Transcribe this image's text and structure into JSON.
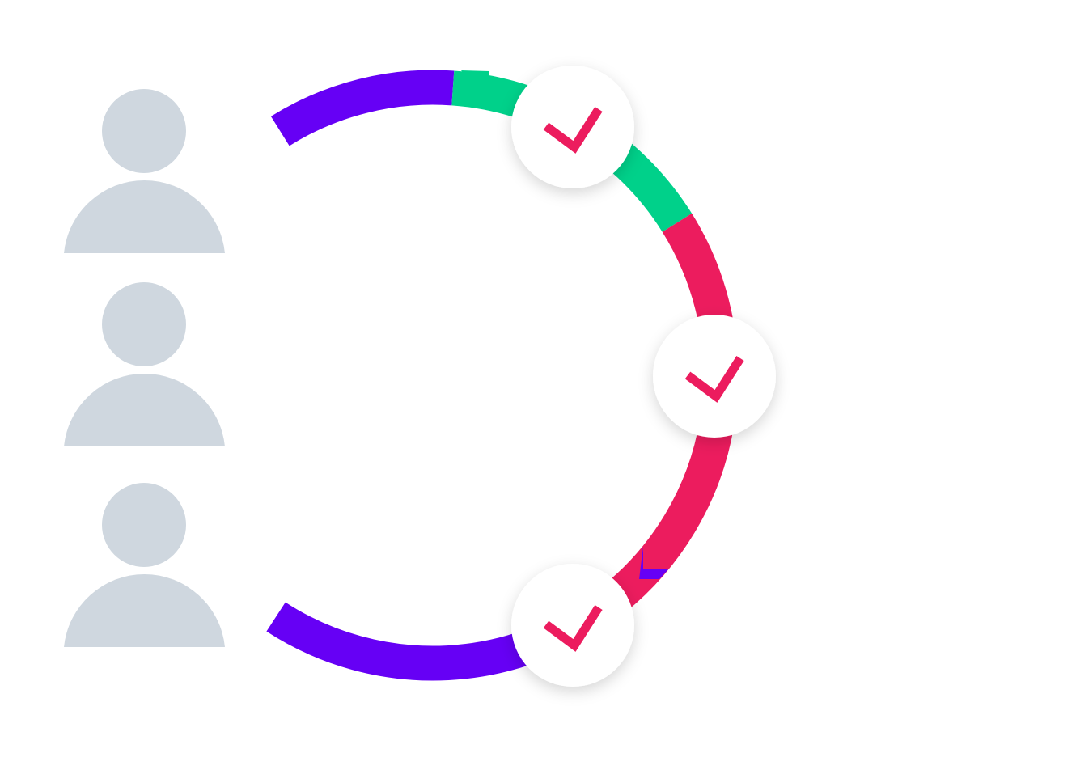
{
  "diagram": {
    "people": [
      {
        "icon": "person-icon"
      },
      {
        "icon": "person-icon"
      },
      {
        "icon": "person-icon"
      }
    ],
    "arc_segments": [
      {
        "name": "purple-top",
        "color": "#6600f5"
      },
      {
        "name": "green",
        "color": "#00d18a"
      },
      {
        "name": "red",
        "color": "#ec1c5e"
      },
      {
        "name": "purple-bottom",
        "color": "#6600f5"
      }
    ],
    "checkpoints": [
      {
        "icon": "checkmark-icon",
        "color": "#ec1c5e"
      },
      {
        "icon": "checkmark-icon",
        "color": "#ec1c5e"
      },
      {
        "icon": "checkmark-icon",
        "color": "#ec1c5e"
      }
    ],
    "colors": {
      "person": "#cfd7df",
      "badge_bg": "#ffffff",
      "check": "#ec1c5e",
      "purple": "#6600f5",
      "green": "#00d18a",
      "red": "#ec1c5e"
    }
  }
}
